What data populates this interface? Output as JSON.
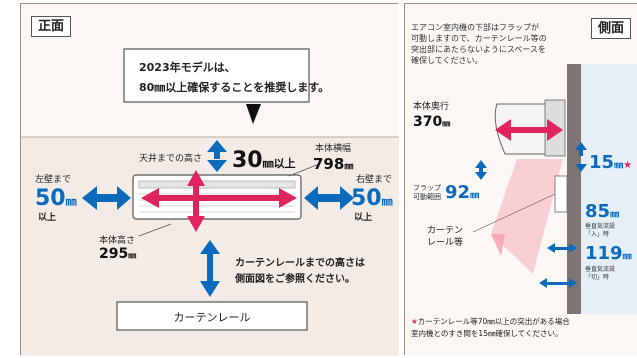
{
  "front": {
    "title": "正面",
    "callout_line1": "2023年モデルは、",
    "callout_line2": "80㎜以上確保することを推奨します。",
    "ceiling_label": "天井までの高さ",
    "ceiling_value": "30",
    "ceiling_unit": "㎜以上",
    "width_label": "本体横幅",
    "width_value": "798",
    "width_unit": "㎜",
    "left_label": "左壁まで",
    "left_value": "50",
    "left_unit": "㎜",
    "left_suffix": "以上",
    "right_label": "右壁まで",
    "right_value": "50",
    "right_unit": "㎜",
    "right_suffix": "以上",
    "height_label": "本体高さ",
    "height_value": "295",
    "height_unit": "㎜",
    "curtain_note_line1": "カーテンレールまでの高さは",
    "curtain_note_line2": "側面図をご参照ください。",
    "curtain_rail": "カーテンレール"
  },
  "side": {
    "title": "側面",
    "intro_line1": "エアコン室内機の下部はフラップが",
    "intro_line2": "可動しますので、カーテンレール等の",
    "intro_line3": "突出部にあたらないようにスペースを",
    "intro_line4": "確保してください。",
    "depth_label": "本体奥行",
    "depth_value": "370",
    "depth_unit": "㎜",
    "flap_label_line1": "フラップ",
    "flap_label_line2": "可動範囲",
    "flap_value": "92",
    "flap_unit": "㎜",
    "top_gap_value": "15",
    "top_gap_unit": "㎜",
    "star": "★",
    "curtain_label_line1": "カーテン",
    "curtain_label_line2": "レール等",
    "gap85_value": "85",
    "gap85_unit": "㎜",
    "gap85_note_line1": "垂直気流設",
    "gap85_note_line2": "「入」時",
    "gap119_value": "119",
    "gap119_unit": "㎜",
    "gap119_note_line1": "垂直気流設",
    "gap119_note_line2": "「切」時",
    "footnote_line1": "★カーテンレール等70㎜以上の突出がある場合",
    "footnote_line2": "室内機とのすき間を15㎜確保してください。"
  },
  "colors": {
    "blue": "#0a6bbd",
    "pink": "#e0245e",
    "wall": "#f3ebe6",
    "curtain_pink": "#f6c2c9"
  }
}
